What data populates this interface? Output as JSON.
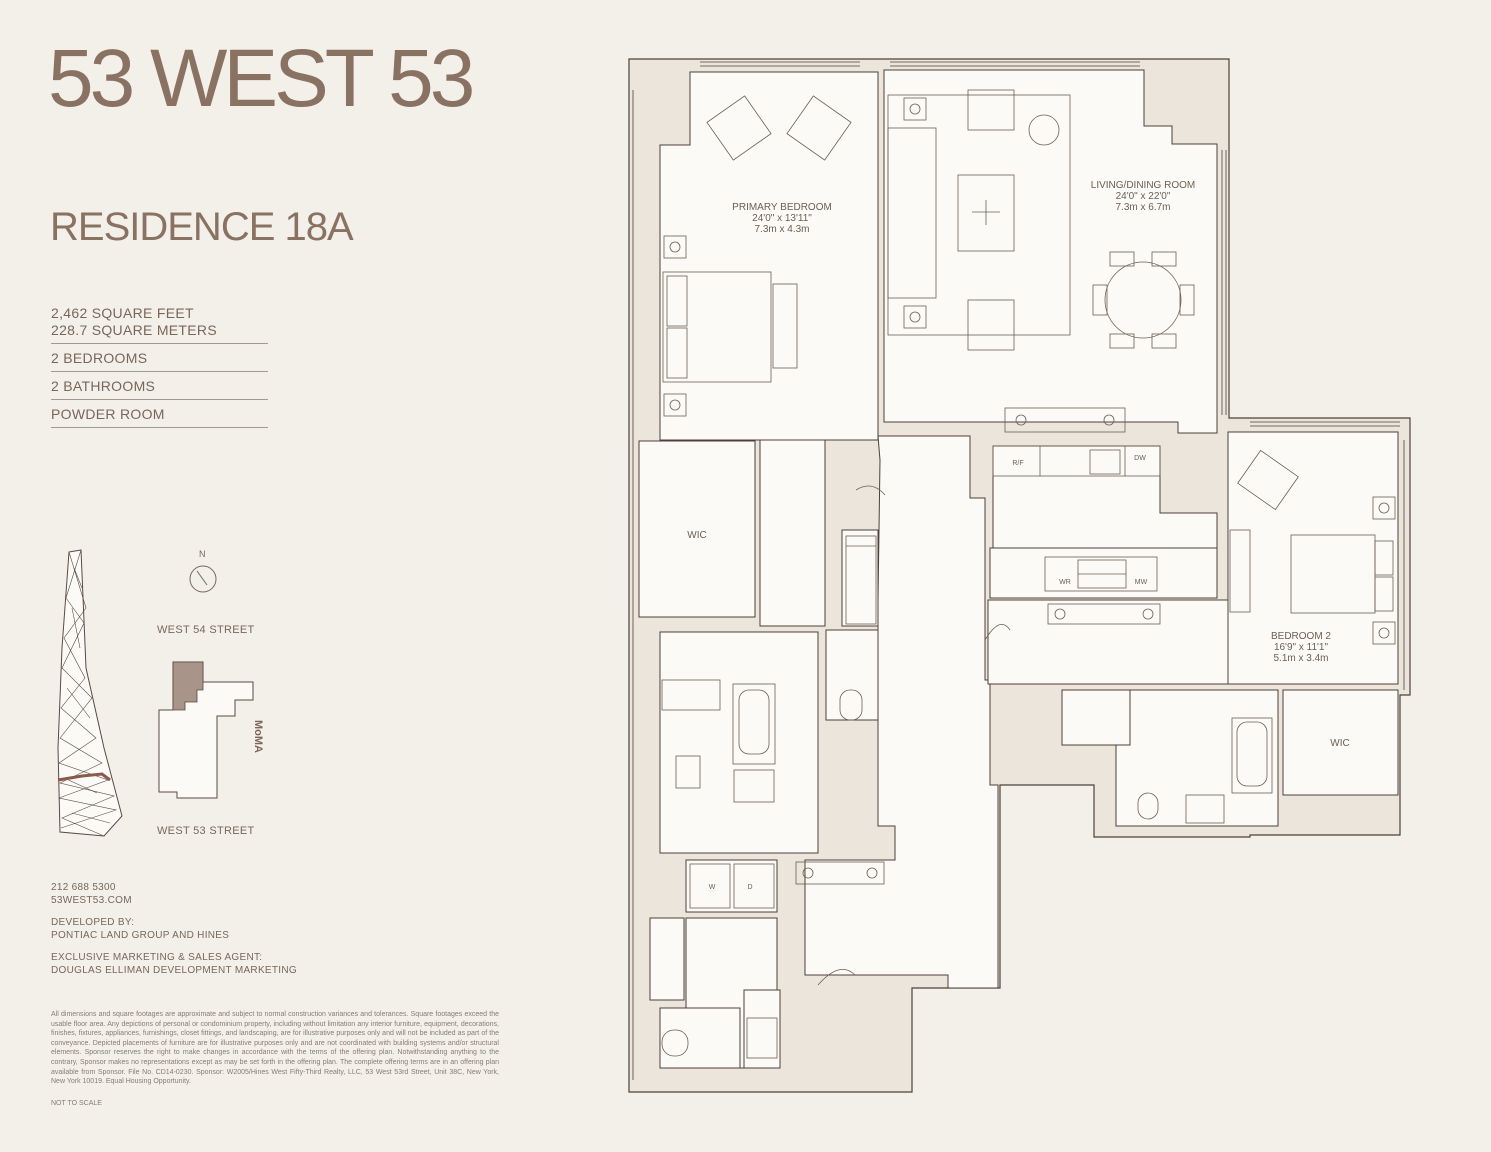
{
  "title": "53 WEST 53",
  "residence": "RESIDENCE 18A",
  "specs": {
    "area_ft": "2,462 SQUARE FEET",
    "area_m": "228.7 SQUARE METERS",
    "bedrooms": "2 BEDROOMS",
    "bathrooms": "2 BATHROOMS",
    "powder": "POWDER ROOM"
  },
  "keyplan": {
    "north": "N",
    "street_north": "WEST 54 STREET",
    "street_south": "WEST 53 STREET",
    "side_label": "MoMA"
  },
  "contact": {
    "phone": "212 688 5300",
    "website": "53WEST53.COM",
    "developed_by_label": "DEVELOPED BY:",
    "developer": "PONTIAC LAND GROUP AND HINES",
    "agent_label": "EXCLUSIVE MARKETING & SALES AGENT:",
    "agent": "DOUGLAS ELLIMAN DEVELOPMENT MARKETING"
  },
  "disclaimer": "All dimensions and square footages are approximate and subject to normal construction variances and tolerances. Square footages exceed the usable floor area. Any depictions of personal or condominium property, including without limitation any interior furniture, equipment, decorations, finishes, fixtures, appliances, furnishings, closet fittings, and landscaping, are for illustrative purposes only and will not be included as part of the conveyance. Depicted placements of furniture are for illustrative purposes only and are not coordinated with building systems and/or structural elements. Sponsor reserves the right to make changes in accordance with the terms of the offering plan. Notwithstanding anything to the contrary, Sponsor makes no representations except as may be set forth in the offering plan. The complete offering terms are in an offering plan available from Sponsor. File No. CD14-0230. Sponsor: W2005/Hines West Fifty-Third Realty, LLC, 53 West 53rd Street, Unit 38C, New York, New York 10019. Equal Housing Opportunity.",
  "not_to_scale": "NOT TO SCALE",
  "rooms": {
    "primary": {
      "name": "PRIMARY BEDROOM",
      "dim_imperial": "24'0\" x 13'11\"",
      "dim_metric": "7.3m x 4.3m"
    },
    "living": {
      "name": "LIVING/DINING ROOM",
      "dim_imperial": "24'0\" x 22'0\"",
      "dim_metric": "7.3m x 6.7m"
    },
    "bedroom2": {
      "name": "BEDROOM 2",
      "dim_imperial": "16'9\" x 11'1\"",
      "dim_metric": "5.1m x 3.4m"
    },
    "wic1": "WIC",
    "wic2": "WIC"
  },
  "appliances": {
    "rf": "R/F",
    "dw": "DW",
    "wr": "WR",
    "mw": "MW",
    "w": "W",
    "d": "D"
  }
}
